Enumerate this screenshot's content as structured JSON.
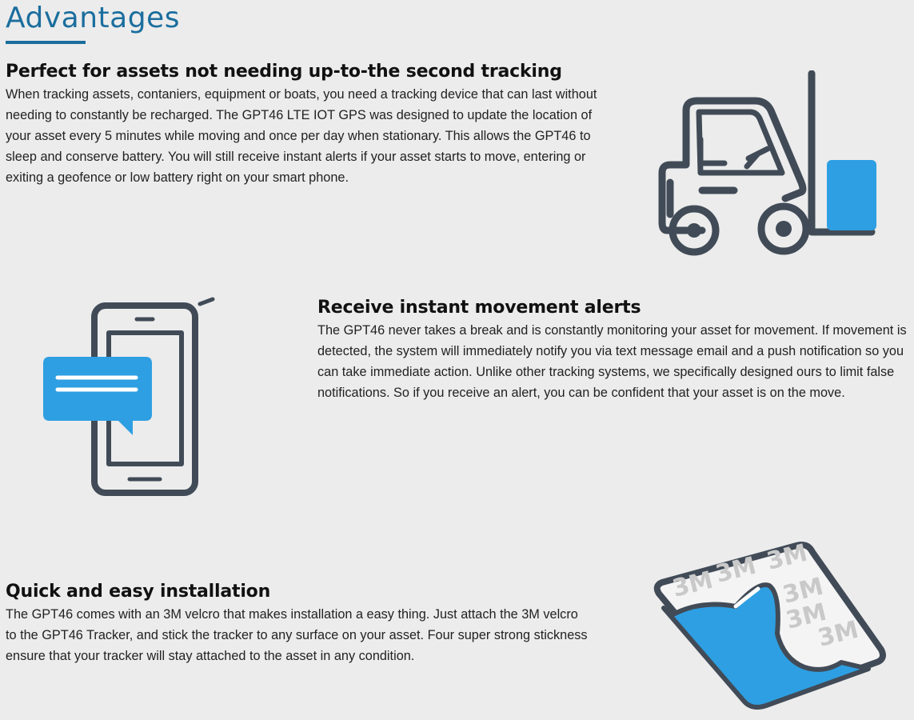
{
  "header": {
    "title": "Advantages"
  },
  "sections": [
    {
      "title": "Perfect for assets not needing up-to-the second tracking",
      "body": "When tracking assets, contaniers, equipment or boats, you need a tracking device that can last without needing to constantly be recharged. The GPT46 LTE IOT GPS was designed to update the location of your asset every 5 minutes while moving and once per day when stationary. This allows the GPT46 to sleep and conserve battery. You will still receive instant alerts if your asset starts to move, entering or exiting a geofence or low battery right on your smart phone.",
      "icon": "forklift-icon"
    },
    {
      "title": "Receive instant movement alerts",
      "body": "The GPT46 never takes a break and is constantly monitoring your asset for movement. If movement is detected, the system will immediately notify you via text message email and a push notification so you can take immediate action. Unlike other tracking systems, we specifically designed ours to limit false notifications. So if you receive an alert, you can be confident that your asset is on the move.",
      "icon": "smartphone-alert-icon"
    },
    {
      "title": "Quick and easy installation",
      "body": "The GPT46 comes with an 3M velcro that makes installation a easy thing.  Just attach the 3M velcro to the GPT46 Tracker, and stick the tracker to any surface on your asset.  Four super strong stickness ensure that your tracker will stay attached to the asset in any condition.",
      "icon": "3m-velcro-sticker-icon"
    }
  ],
  "sticker_text": "3M",
  "colors": {
    "heading": "#1b6e9e",
    "icon_dark": "#414b57",
    "icon_blue": "#2e9fe2",
    "background": "#ececec"
  }
}
